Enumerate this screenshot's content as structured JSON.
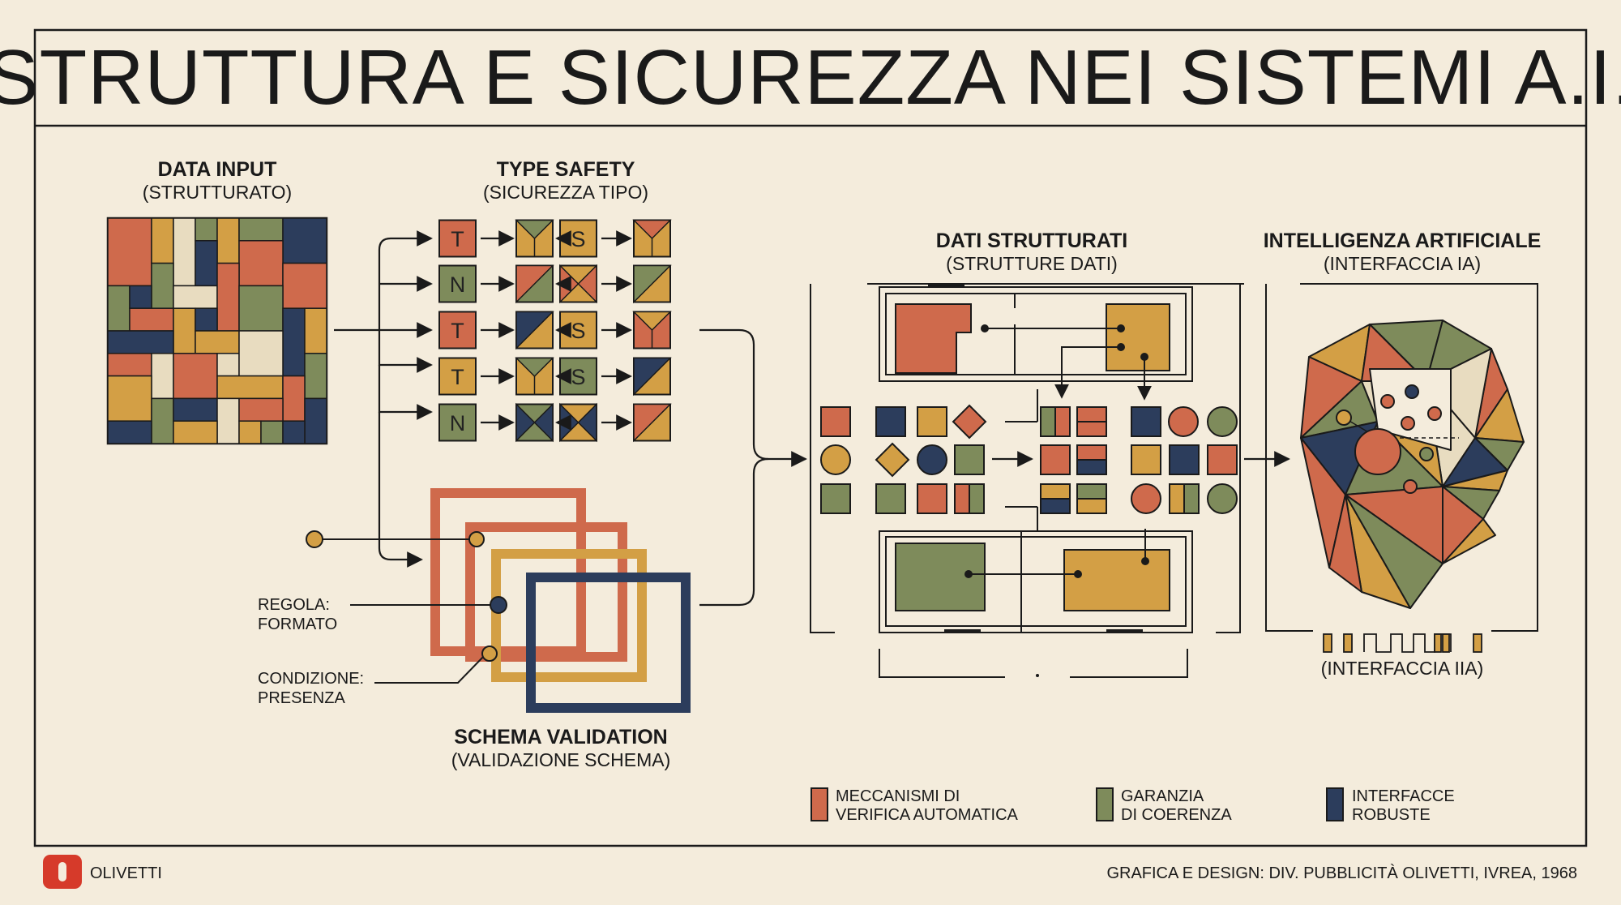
{
  "title": "STRUTTURA E SICUREZZA NEI SISTEMI A.I.",
  "colors": {
    "background": "#f4ecdc",
    "red": "#cf6a4c",
    "olive": "#7e8b5b",
    "navy": "#2c3d5c",
    "mustard": "#d39f45",
    "cream": "#e8dcc0",
    "ink": "#1a1a1a",
    "logo": "#d63a2a"
  },
  "sections": {
    "data_input": {
      "title": "DATA INPUT",
      "subtitle": "(STRUTTURATO)"
    },
    "type_safety": {
      "title": "TYPE SAFETY",
      "subtitle": "(SICUREZZA TIPO)",
      "letters": [
        "T",
        "N",
        "T",
        "T",
        "N"
      ],
      "s_letter": "S"
    },
    "schema_validation": {
      "title": "SCHEMA VALIDATION",
      "subtitle": "(VALIDAZIONE SCHEMA)"
    },
    "dati_strutturati": {
      "title": "DATI STRUTTURATI",
      "subtitle": "(STRUTTURE DATI)"
    },
    "intelligenza": {
      "title": "INTELLIGENZA ARTIFICIALE",
      "subtitle": "(INTERFACCIA IA)",
      "bottom_label": "(INTERFACCIA IIA)"
    }
  },
  "annotations": {
    "regola_line1": "REGOLA:",
    "regola_line2": "FORMATO",
    "condizione_line1": "CONDIZIONE:",
    "condizione_line2": "PRESENZA"
  },
  "legend": [
    {
      "line1": "MECCANISMI DI",
      "line2": "VERIFICA AUTOMATICA",
      "color": "#cf6a4c"
    },
    {
      "line1": "GARANZIA",
      "line2": "DI COERENZA",
      "color": "#7e8b5b"
    },
    {
      "line1": "INTERFACCE",
      "line2": "ROBUSTE",
      "color": "#2c3d5c"
    }
  ],
  "footer": {
    "brand": "OLIVETTI",
    "logo_icon": "olivetti-logo-icon",
    "credit": "GRAFICA E DESIGN: DIV. PUBBLICITÀ OLIVETTI, IVREA, 1968"
  }
}
